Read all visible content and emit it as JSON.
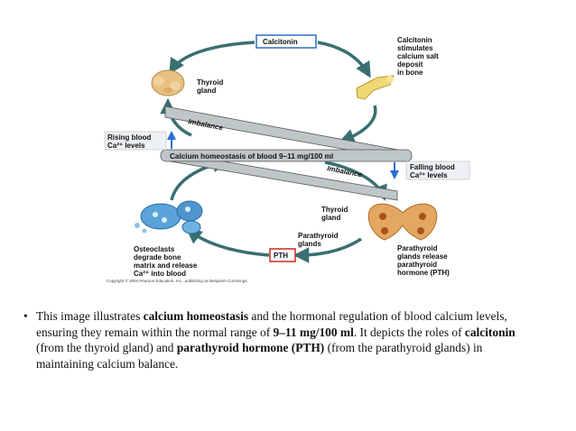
{
  "diagram": {
    "calcitonin_box": "Calcitonin",
    "calcitonin_effect": [
      "Calcitonin",
      "stimulates",
      "calcium salt",
      "deposit",
      "in bone"
    ],
    "thyroid_gland_top": [
      "Thyroid",
      "gland"
    ],
    "rising_blood": [
      "Rising blood",
      "Ca²⁺ levels"
    ],
    "imbalance_top": "Imbalance",
    "homeostasis_bar": "Calcium homeostasis of blood 9–11 mg/100 ml",
    "imbalance_bottom": "Imbalance",
    "falling_blood": [
      "Falling blood",
      "Ca²⁺ levels"
    ],
    "thyroid_gland_bottom": [
      "Thyroid",
      "gland"
    ],
    "parathyroid_glands": [
      "Parathyroid",
      "glands"
    ],
    "pth_box": "PTH",
    "parathyroid_release": [
      "Parathyroid",
      "glands release",
      "parathyroid",
      "hormone (PTH)"
    ],
    "osteoclasts": [
      "Osteoclasts",
      "degrade bone",
      "matrix and release",
      "Ca²⁺ into blood"
    ],
    "copyright": "Copyright © 2004 Pearson Education, Inc., publishing as Benjamin Cummings.",
    "colors": {
      "arrow": "#3a6f70",
      "box_border_calcitonin": "#3a78c8",
      "box_border_pth": "#d0342c",
      "bar_fill": "#bfc6c8",
      "updown_arrow": "#2a6fd8"
    }
  },
  "caption": {
    "bullet": "•",
    "t1": "This image illustrates ",
    "b1": "calcium homeostasis",
    "t2": " and the hormonal regulation of blood calcium levels, ensuring they remain within the normal range of ",
    "b2": "9–11 mg/100 ml",
    "t3": ". It depicts the roles of ",
    "b3": "calcitonin",
    "t4": " (from the thyroid gland) and ",
    "b4": "parathyroid hormone (PTH)",
    "t5": " (from the parathyroid glands) in maintaining calcium balance."
  }
}
